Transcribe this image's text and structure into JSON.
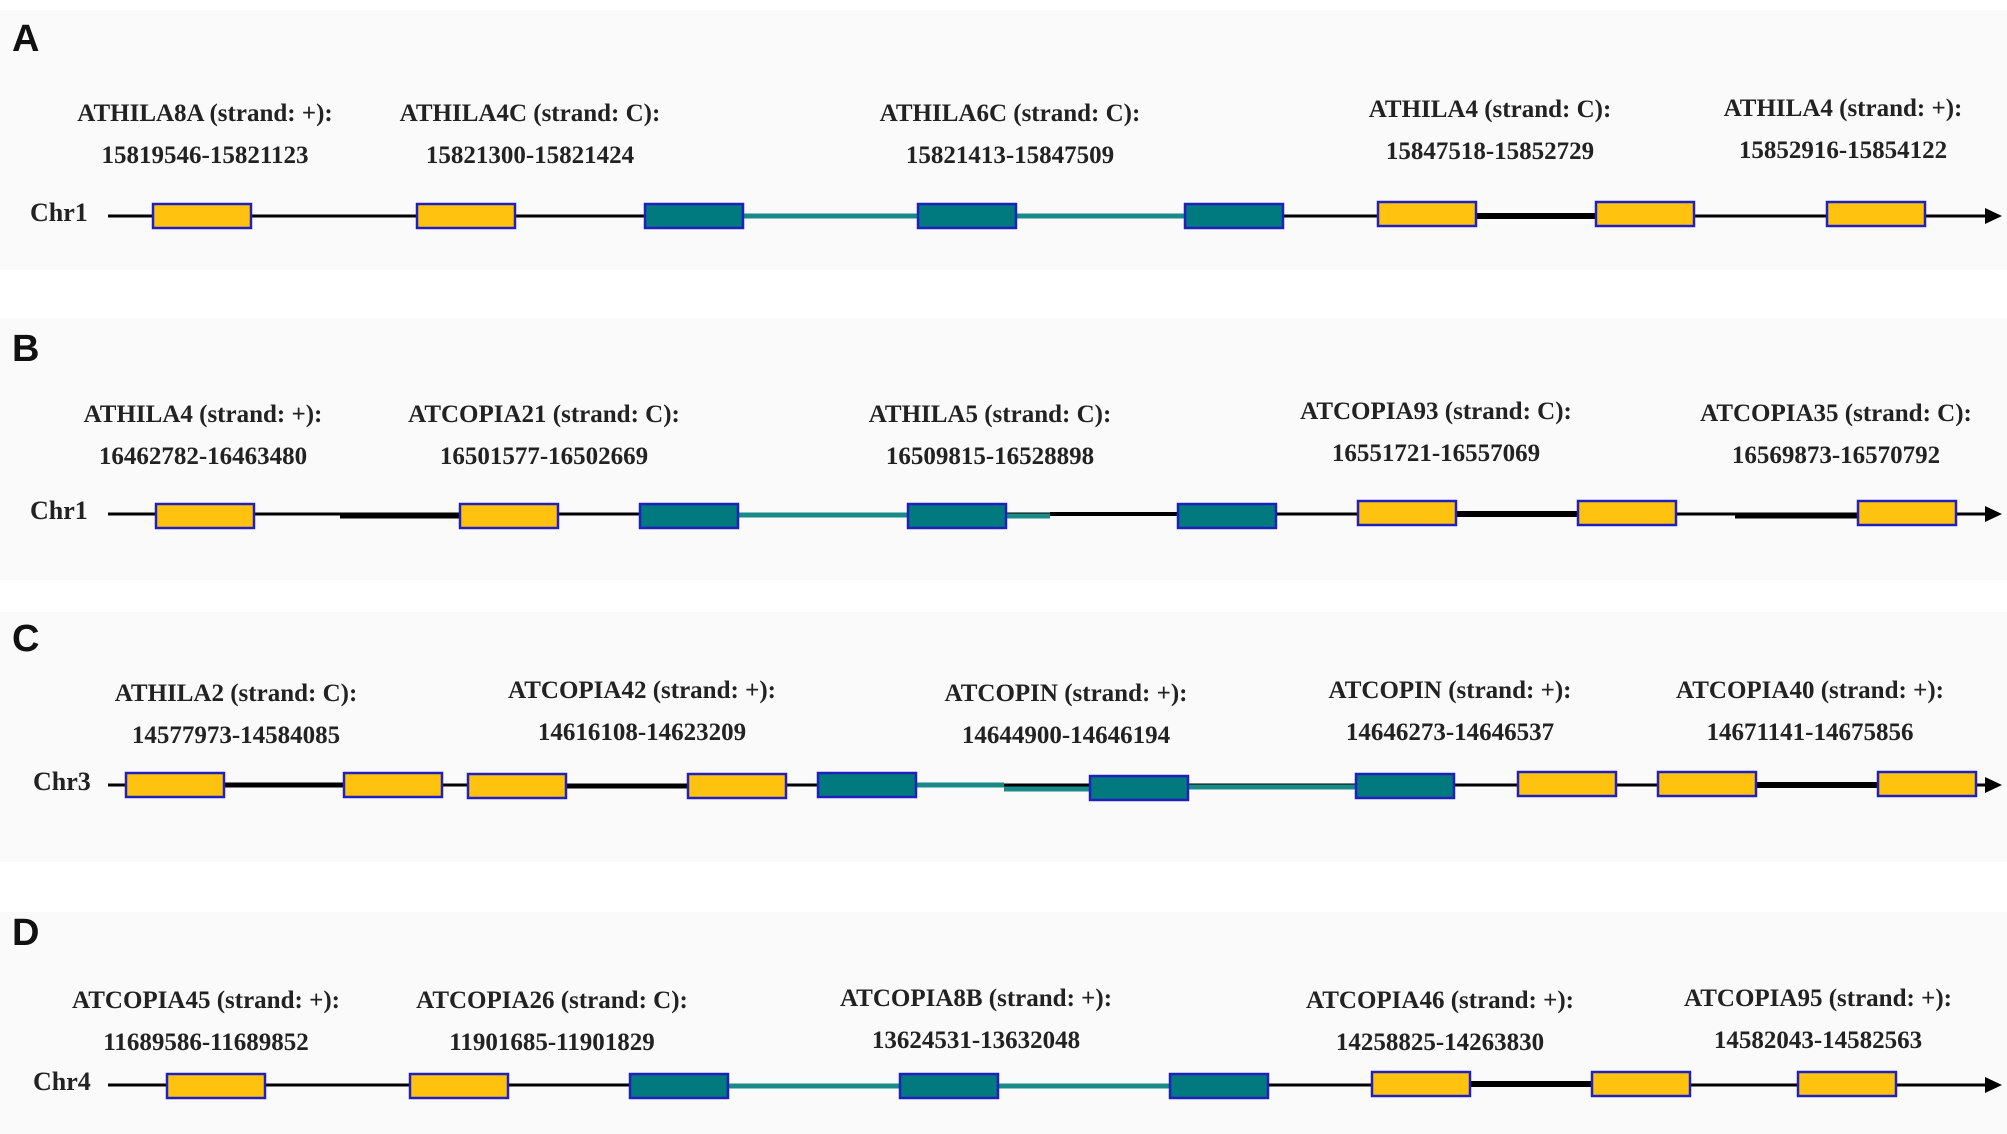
{
  "colors": {
    "background": "#ffffff",
    "panel_bg": "#fafafa",
    "yellow_box": "#ffc20e",
    "teal_box": "#00797f",
    "box_border": "#2020c0",
    "teal_line": "#1a8a88",
    "black_line": "#000000"
  },
  "panels": [
    {
      "letter": "A",
      "chromosome": "Chr1",
      "elements": [
        {
          "name": "ATHILA8A (strand: +):",
          "coords": "15819546-15821123"
        },
        {
          "name": "ATHILA4C (strand: C):",
          "coords": "15821300-15821424"
        },
        {
          "name": "ATHILA6C (strand: C):",
          "coords": "15821413-15847509"
        },
        {
          "name": "ATHILA4 (strand: C):",
          "coords": "15847518-15852729"
        },
        {
          "name": "ATHILA4 (strand: +):",
          "coords": "15852916-15854122"
        }
      ]
    },
    {
      "letter": "B",
      "chromosome": "Chr1",
      "elements": [
        {
          "name": "ATHILA4 (strand: +):",
          "coords": "16462782-16463480"
        },
        {
          "name": "ATCOPIA21 (strand: C):",
          "coords": "16501577-16502669"
        },
        {
          "name": "ATHILA5 (strand: C):",
          "coords": "16509815-16528898"
        },
        {
          "name": "ATCOPIA93 (strand: C):",
          "coords": "16551721-16557069"
        },
        {
          "name": "ATCOPIA35 (strand: C):",
          "coords": "16569873-16570792"
        }
      ]
    },
    {
      "letter": "C",
      "chromosome": "Chr3",
      "elements": [
        {
          "name": "ATHILA2 (strand: C):",
          "coords": "14577973-14584085"
        },
        {
          "name": "ATCOPIA42 (strand: +):",
          "coords": "14616108-14623209"
        },
        {
          "name": "ATCOPIN (strand: +):",
          "coords": "14644900-14646194"
        },
        {
          "name": "ATCOPIN (strand: +):",
          "coords": "14646273-14646537"
        },
        {
          "name": "ATCOPIA40 (strand: +):",
          "coords": "14671141-14675856"
        }
      ]
    },
    {
      "letter": "D",
      "chromosome": "Chr4",
      "elements": [
        {
          "name": "ATCOPIA45 (strand: +):",
          "coords": "11689586-11689852"
        },
        {
          "name": "ATCOPIA26 (strand: C):",
          "coords": "11901685-11901829"
        },
        {
          "name": "ATCOPIA8B (strand: +):",
          "coords": "13624531-13632048"
        },
        {
          "name": "ATCOPIA46 (strand: +):",
          "coords": "14258825-14263830"
        },
        {
          "name": "ATCOPIA95 (strand: +):",
          "coords": "14582043-14582563"
        }
      ]
    }
  ]
}
